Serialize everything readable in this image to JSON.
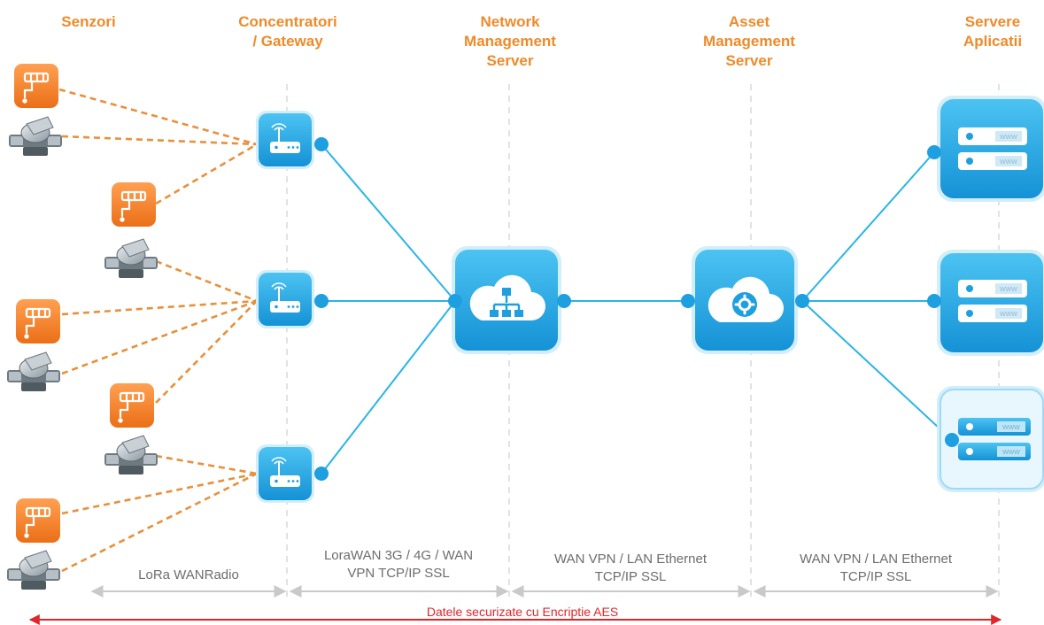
{
  "headers": {
    "sensors": "Senzori",
    "gateway_line1": "Concentratori",
    "gateway_line2": "/ Gateway",
    "nms_line1": "Network",
    "nms_line2": "Management",
    "nms_line3": "Server",
    "ams_line1": "Asset",
    "ams_line2": "Management",
    "ams_line3": "Server",
    "apps_line1": "Servere",
    "apps_line2": "Aplicatii"
  },
  "segments": {
    "lora": "LoRa WANRadio",
    "gw_nms_line1": "LoraWAN 3G / 4G / WAN",
    "gw_nms_line2": "VPN TCP/IP SSL",
    "nms_ams_line1": "WAN VPN / LAN Ethernet",
    "nms_ams_line2": "TCP/IP SSL",
    "ams_apps_line1": "WAN VPN / LAN Ethernet",
    "ams_apps_line2": "TCP/IP SSL"
  },
  "security_label": "Datele securizate cu Encriptie AES",
  "server_badge": "WWW",
  "colors": {
    "header_orange": "#ef8a2a",
    "sensor_orange": "#f07c22",
    "dash_orange": "#e8903a",
    "link_blue": "#29b4e8",
    "node_blue": "#1d9fe0",
    "aes_red": "#e0262a",
    "segment_grey": "#c9c9c9"
  },
  "icons": {
    "sensor": "faucet-sensor-icon",
    "meter": "water-meter-icon",
    "gateway": "router-icon",
    "nms": "cloud-network-icon",
    "ams": "cloud-gear-icon",
    "server": "server-rack-icon"
  }
}
